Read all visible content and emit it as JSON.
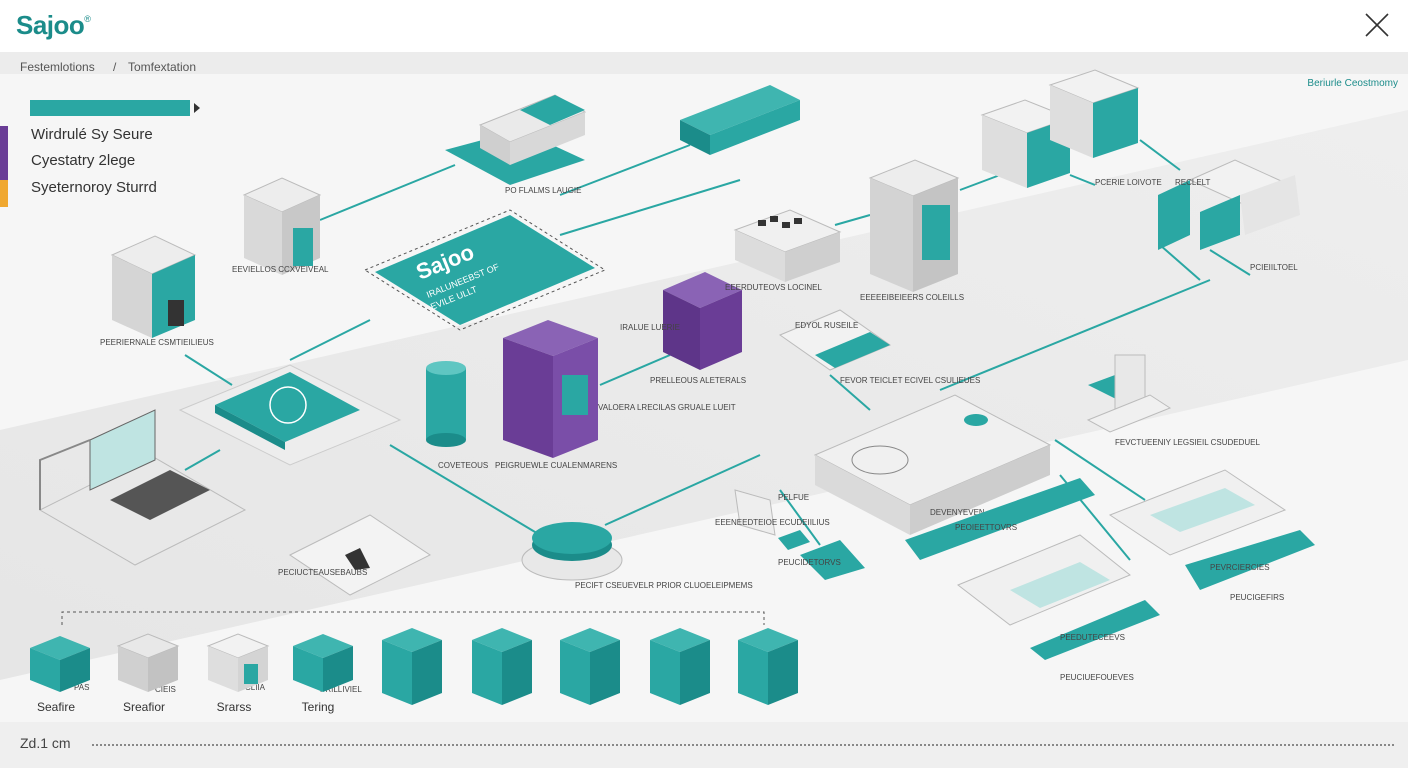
{
  "app": {
    "logo_text": "Sajoo",
    "logo_mark": "®"
  },
  "breadcrumb": {
    "first": "Festemlotions",
    "separator": "/",
    "second": "Tomfextation"
  },
  "legend": {
    "items": [
      {
        "label": "Wirdrulé Sy Seure",
        "color": "#6a3d96"
      },
      {
        "label": "Cyestatry 2lege",
        "color": "#6a3d96"
      },
      {
        "label": "Syeternoroy Sturrd",
        "color": "#f0a830"
      }
    ]
  },
  "corner_note": "Beriurle Ceostmomy",
  "center_panel": {
    "title": "Sajoo",
    "subtitle_line1": "IRALUNEEBST OF",
    "subtitle_line2": "EVILE ULLT"
  },
  "component_labels": {
    "top_router": "PO FLALMS LAUGIE",
    "gray_cabinet": "EEVIELLOS CCXVEIVEAL",
    "teal_cabinet": "PEERIERNALE CSMTIEILIEUS",
    "cylinder": "COVETEOUS",
    "purple_cabinet": "PEIGRUEWLE CUALENMARENS",
    "purple_stack_side": "IRALUE LUERIE",
    "purple_stack_bottom": "PRELLEOUS ALETERALS",
    "purple_side_detail": "VALOERA LRECILAS GRUALE LUEIT",
    "switch_panel": "EEERDUTEOVS LOCINEL",
    "server_tower": "EEEEEIBEIEERS COLEILLS",
    "small_box": "PCERIE LOIVOTE",
    "tiny_tower": "RECLELT",
    "right_cabinets": "PCIEIILTOEL",
    "rack_a": "DEVENYEVEN",
    "right_module": "PEVRCIERCIES",
    "mid_card": "FEVOR TEICLET ECIVEL CSULIEUES",
    "side_unit": "FEVCTUEENIY LEGSIEIL CSUDEDUEL",
    "disc": "PECIFT CSEUEVELR PRIOR CLUOELEIPMEMS",
    "flat_pad": "PECIUCTEAUSEBAUBS",
    "small_card": "EDYOL RUSEILE",
    "handset": "EEENEEDTEIOE ECUDEIILIUS",
    "card_label": "PELFUE",
    "teal_chip": "PEOIEETTOVRS",
    "bar_1": "PEEDUTECEEVS",
    "bar_2": "PEUCIDETORVS",
    "bar_3": "PEUCIUEFOUEVES",
    "bar_4": "PEUCIGEFIRS",
    "tile_tag_1": "PAS",
    "tile_tag_2": "CIEIS",
    "tile_tag_3": "CLIIA",
    "tile_tag_4": "PRILLIVIEL"
  },
  "tiles": [
    {
      "label": "Seafire"
    },
    {
      "label": "Sreafior"
    },
    {
      "label": "Srarss"
    },
    {
      "label": "Tering"
    }
  ],
  "scale": {
    "label": "Zd.1 cm"
  },
  "colors": {
    "teal": "#2aa7a3",
    "teal_dark": "#1b8c8a",
    "purple": "#6a3d96",
    "orange": "#f0a830",
    "gray_light": "#e8e8e8"
  }
}
